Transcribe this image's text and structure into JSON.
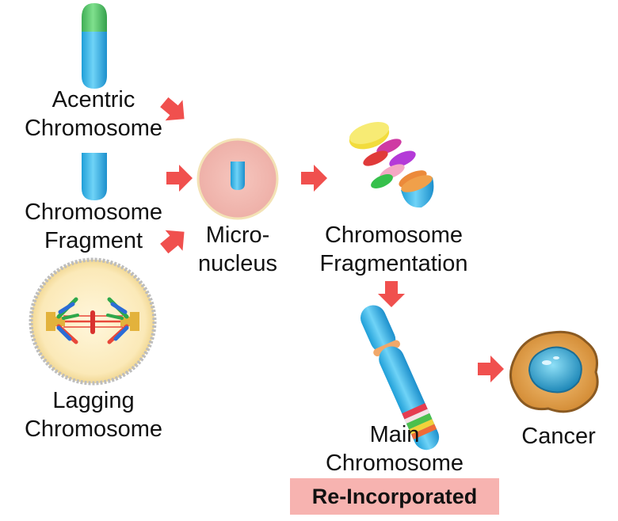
{
  "labels": {
    "acentric": [
      "Acentric",
      "Chromosome"
    ],
    "fragment": [
      "Chromosome",
      "Fragment"
    ],
    "lagging": [
      "Lagging",
      "Chromosome"
    ],
    "micronucleus": [
      "Micro-",
      "nucleus"
    ],
    "fragmentation": [
      "Chromosome",
      "Fragmentation"
    ],
    "main": [
      "Main",
      "Chromosome"
    ],
    "cancer": "Cancer"
  },
  "badge": "Re-Incorporated",
  "colors": {
    "arrow": "#f0504e",
    "chromosome_blue": "#35b6ea",
    "chromosome_tip": "#4cc46a",
    "micronucleus_fill": "#f2bfb8",
    "badge_bg": "#f7b3b0"
  }
}
